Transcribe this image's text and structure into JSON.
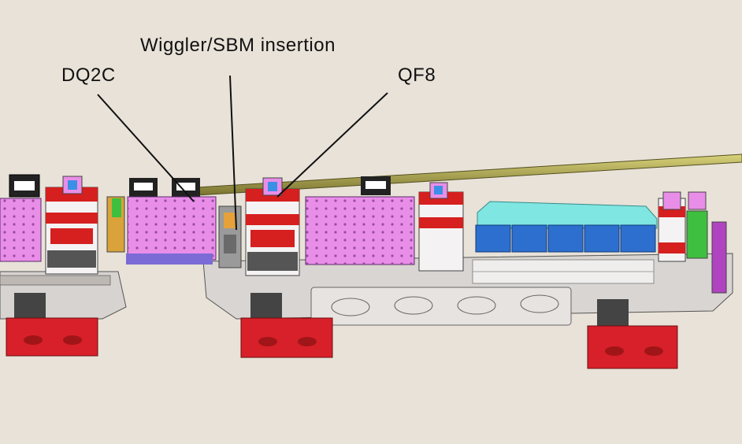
{
  "labels": {
    "dq2c": "DQ2C",
    "wiggler": "Wiggler/SBM insertion",
    "qf8": "QF8"
  },
  "colors": {
    "background": "#e8e2d8",
    "magnet_pink": "#e98ee8",
    "quad_red": "#d61f1f",
    "quad_white": "#f4f2f2",
    "support_red": "#d8202a",
    "blue_module": "#2c6fce",
    "cyan_vessel": "#7fe6e2",
    "frame_grey": "#c9c5c2",
    "beam_pipe": "#b9b24a"
  }
}
